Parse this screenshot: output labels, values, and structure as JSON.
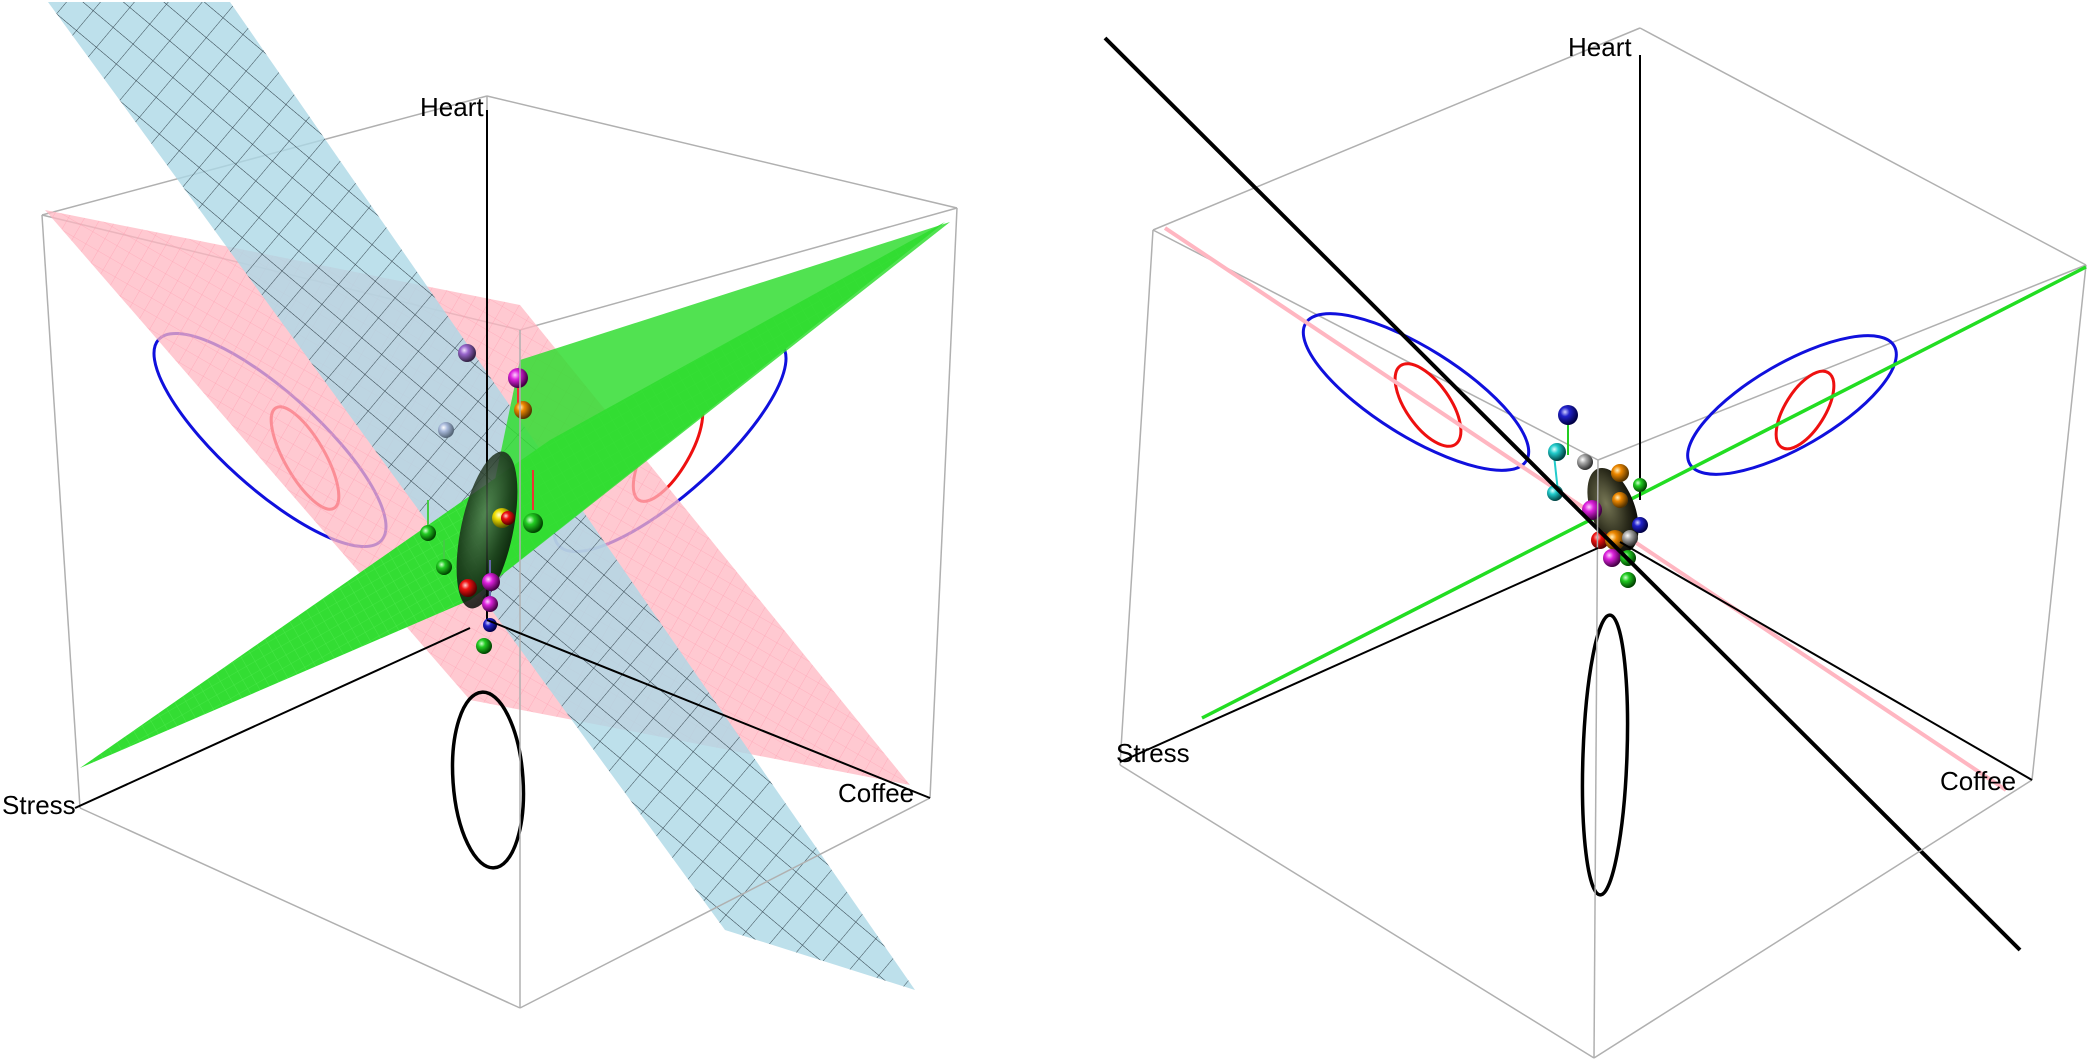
{
  "panels": [
    {
      "id": "left",
      "axis_labels": {
        "heart": "Heart",
        "stress": "Stress",
        "coffee": "Coffee"
      },
      "plane_colors": {
        "blue": "#add8e6",
        "pink": "#ffb6c1",
        "green": "#33dd33"
      },
      "ellipse_colors": {
        "outer": "#1010dd",
        "inner": "#ee1010",
        "floor": "#000000"
      }
    },
    {
      "id": "right",
      "axis_labels": {
        "heart": "Heart",
        "stress": "Stress",
        "coffee": "Coffee"
      },
      "line_colors": {
        "black": "#000000",
        "pink": "#ffb6c1",
        "green": "#22dd22"
      },
      "ellipse_colors": {
        "outer": "#1010dd",
        "inner": "#ee1010",
        "floor": "#000000"
      }
    }
  ]
}
